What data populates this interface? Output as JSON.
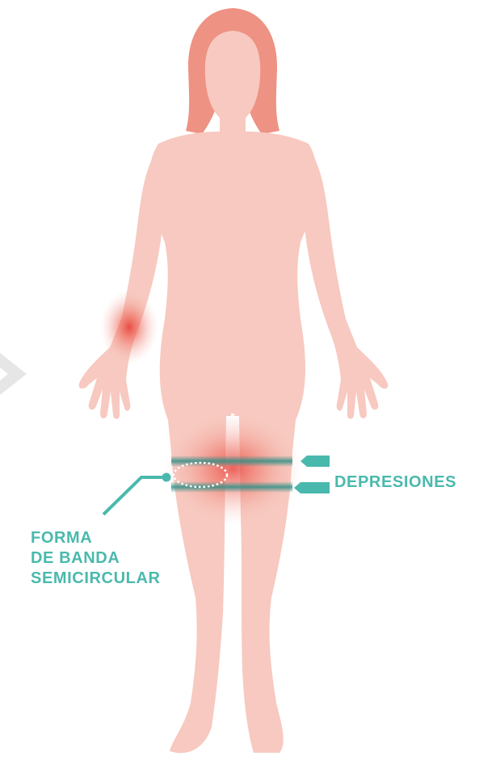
{
  "labels": {
    "depressions": "DEPRESIONES",
    "semicircular_band": [
      "FORMA",
      "DE BANDA",
      "SEMICIRCULAR"
    ]
  },
  "colors": {
    "skin": "#f7c9c0",
    "hair": "#ee9284",
    "inflammation": "#e8473f",
    "accent_teal": "#4ab9ad",
    "band_dark": "#2f8f86",
    "background": "#ffffff",
    "chevron": "#e6e6e6"
  },
  "icons": {
    "left_partial_arrow": "chevron-right-icon"
  }
}
